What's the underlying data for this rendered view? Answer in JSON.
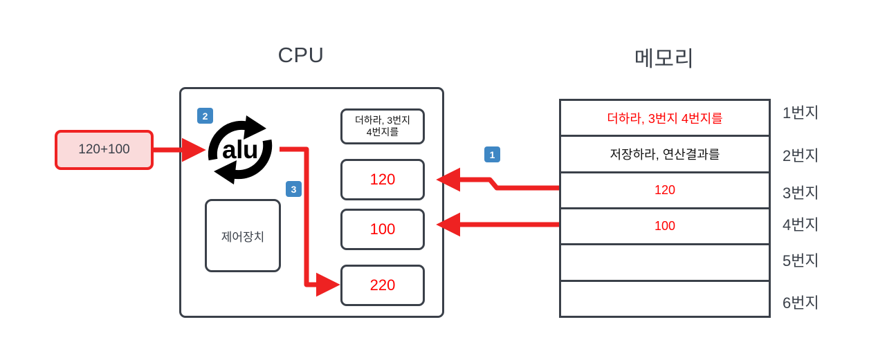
{
  "diagram": {
    "cpu": {
      "title": "CPU",
      "input_pill": "120+100",
      "alu_label": "alu",
      "control_unit_label": "제어장치",
      "registers": [
        {
          "name": "instruction-register",
          "value": "더하라, 3번지\n4번지를"
        },
        {
          "name": "operand-register-1",
          "value": "120"
        },
        {
          "name": "operand-register-2",
          "value": "100"
        },
        {
          "name": "result-register",
          "value": "220"
        }
      ],
      "instruction_line_1": "더하라, 3번지",
      "instruction_line_2": "4번지를"
    },
    "memory": {
      "title": "메모리",
      "rows": [
        {
          "value": "더하라, 3번지 4번지를",
          "address": "1번지",
          "highlight": true
        },
        {
          "value": "저장하라, 연산결과를",
          "address": "2번지",
          "highlight": false
        },
        {
          "value": "120",
          "address": "3번지",
          "highlight": true
        },
        {
          "value": "100",
          "address": "4번지",
          "highlight": true
        },
        {
          "value": "",
          "address": "5번지",
          "highlight": false
        },
        {
          "value": "",
          "address": "6번지",
          "highlight": false
        }
      ]
    },
    "steps": [
      {
        "number": "1",
        "meaning": "memory-to-register-fetch"
      },
      {
        "number": "2",
        "meaning": "alu-operation"
      },
      {
        "number": "3",
        "meaning": "result-store"
      }
    ],
    "colors": {
      "accent_red": "#ff0000",
      "arrow_red": "#ee2222",
      "badge_blue": "#3f87c4",
      "outline_dark": "#3a4049",
      "pill_fill": "#fadbdb"
    }
  }
}
